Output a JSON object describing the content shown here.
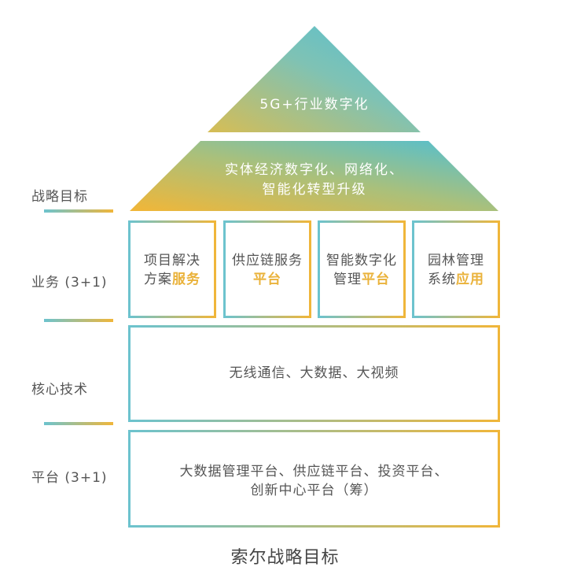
{
  "left_labels": {
    "goal": "战略目标",
    "business": "业务 (3+1)",
    "tech": "核心技术",
    "platform": "平台 (3+1)"
  },
  "roof": {
    "top": "5G+行业数字化",
    "middle_line1": "实体经济数字化、网络化、",
    "middle_line2": "智能化转型升级"
  },
  "business_boxes": [
    {
      "line1": "项目解决",
      "line2_plain": "方案",
      "line2_highlight": "服务"
    },
    {
      "line1": "供应链服务",
      "line2_plain": "",
      "line2_highlight": "平台"
    },
    {
      "line1": "智能数字化",
      "line2_plain": "管理",
      "line2_highlight": "平台"
    },
    {
      "line1": "园林管理",
      "line2_plain": "系统",
      "line2_highlight": "应用"
    }
  ],
  "tech_box": "无线通信、大数据、大视频",
  "platform_box": {
    "line1": "大数据管理平台、供应链平台、投资平台、",
    "line2": "创新中心平台（筹）"
  },
  "caption": "索尔战略目标",
  "colors": {
    "teal": "#6cc3ce",
    "gold": "#f0b63a",
    "text": "#555555"
  }
}
